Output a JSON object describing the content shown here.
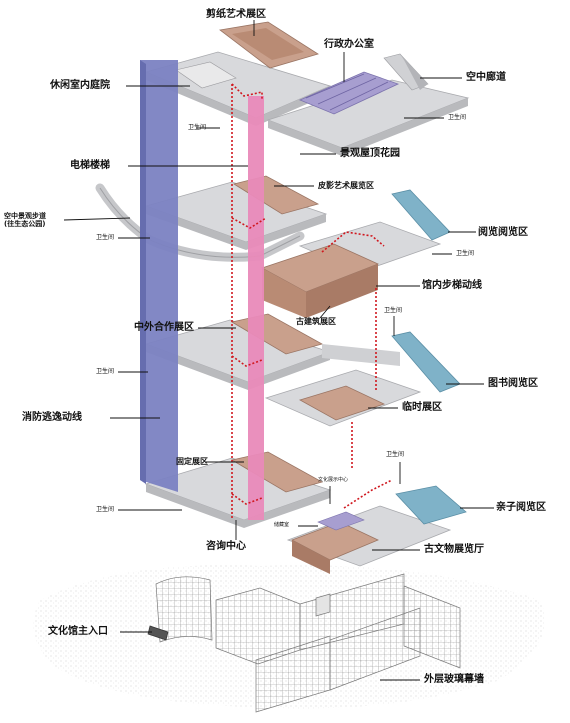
{
  "labels": {
    "paper_art_hall": "剪纸艺术展区",
    "admin_office": "行政办公室",
    "sky_corridor": "空中廊道",
    "leisure_indoor": "休闲室内庭院",
    "toilet": "卫生间",
    "roof_garden": "景观屋顶花园",
    "elevator_stair": "电梯楼梯",
    "shadow_play_hall": "皮影艺术展览区",
    "skywalk": "空中景观步道",
    "skywalk_sub": "(往生态公园)",
    "reading_area": "阅览阅览区",
    "indoor_stair": "馆内步梯动线",
    "ancient_arch_hall": "古建筑展区",
    "coop_hall": "中外合作展区",
    "fire_escape": "消防逃逸动线",
    "library_reading": "图书阅览区",
    "temp_hall": "临时展区",
    "fixed_hall": "固定展区",
    "kids_reading": "亲子阅览区",
    "info_center": "咨询中心",
    "heritage_hall": "古文物展览厅",
    "entrance": "文化馆主入口",
    "glass_curtain": "外层玻璃幕墙",
    "culture_center": "文化展示中心",
    "storage": "储藏室"
  },
  "colors": {
    "fire_escape_column": "#7b82c2",
    "elevator_column": "#e98ab9",
    "exhibit_zone": "#c9a08c",
    "admin_zone": "#a79ed0",
    "reading_zone": "#7fb2c8",
    "floor_slab": "#d8d9dc",
    "route_line": "#d0181f"
  }
}
